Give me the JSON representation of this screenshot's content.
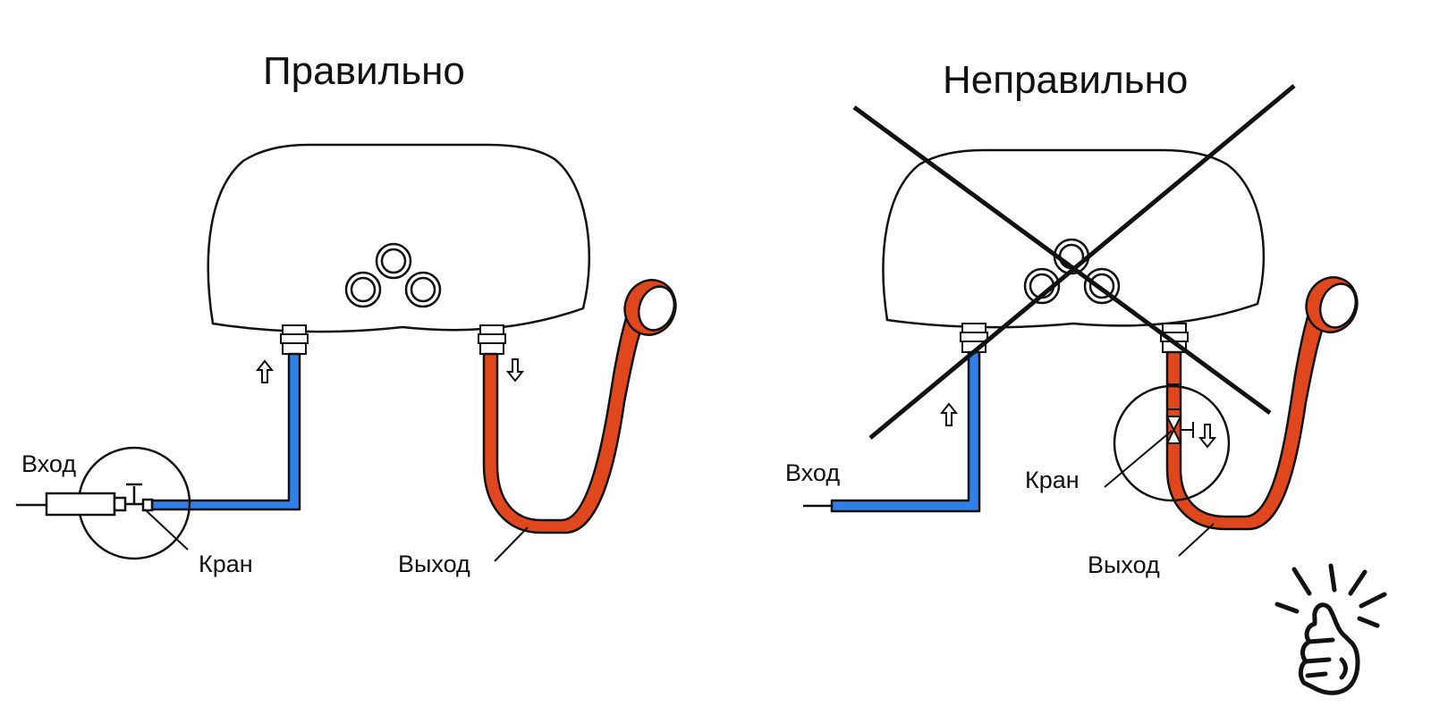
{
  "left_panel": {
    "title": "Правильно",
    "inlet_label": "Вход",
    "valve_label": "Кран",
    "outlet_label": "Выход"
  },
  "right_panel": {
    "title": "Неправильно",
    "inlet_label": "Вход",
    "valve_label": "Кран",
    "outlet_label": "Выход"
  },
  "colors": {
    "cold_pipe": "#2f7fe6",
    "hot_pipe": "#e0471c",
    "outline": "#111111",
    "background": "#ffffff"
  },
  "icons": [
    "flow-up-arrow-icon",
    "flow-down-arrow-icon",
    "cross-mark-icon",
    "thumbs-up-icon"
  ]
}
